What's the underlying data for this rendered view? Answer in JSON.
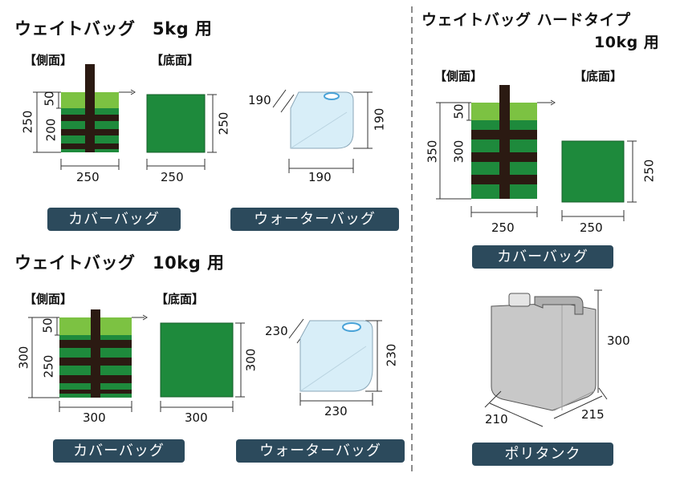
{
  "left_top": {
    "title": "ウェイトバッグ　5kg 用",
    "side_label": "【側面】",
    "bottom_label": "【底面】",
    "dims": {
      "total_h": "250",
      "top_h": "50",
      "body_h": "200",
      "width": "250",
      "bottom_w": "250",
      "bottom_h": "250",
      "tank_top": "190",
      "tank_h": "190",
      "tank_w": "190"
    },
    "cover_label": "カバーバッグ",
    "water_label": "ウォーターバッグ"
  },
  "left_bottom": {
    "title": "ウェイトバッグ　10kg 用",
    "side_label": "【側面】",
    "bottom_label": "【底面】",
    "dims": {
      "total_h": "300",
      "top_h": "50",
      "body_h": "250",
      "width": "300",
      "bottom_w": "300",
      "bottom_h": "300",
      "tank_top": "230",
      "tank_h": "230",
      "tank_w": "230"
    },
    "cover_label": "カバーバッグ",
    "water_label": "ウォーターバッグ"
  },
  "right": {
    "title_line1": "ウェイトバッグ ハードタイプ",
    "title_line2": "10kg 用",
    "side_label": "【側面】",
    "bottom_label": "【底面】",
    "dims": {
      "total_h": "350",
      "top_h": "50",
      "body_h": "300",
      "width": "250",
      "bottom_w": "250",
      "bottom_h": "250"
    },
    "cover_label": "カバーバッグ",
    "tank_dims": {
      "height": "300",
      "depth": "210",
      "width": "215"
    },
    "tank_label": "ポリタンク"
  },
  "colors": {
    "bag_green": "#1e8a3c",
    "bag_top": "#7cc242",
    "strap": "#2b1a12",
    "pill_bg": "#2c4a5c",
    "water": "#d8eef8",
    "tank": "#c8c8c8"
  }
}
